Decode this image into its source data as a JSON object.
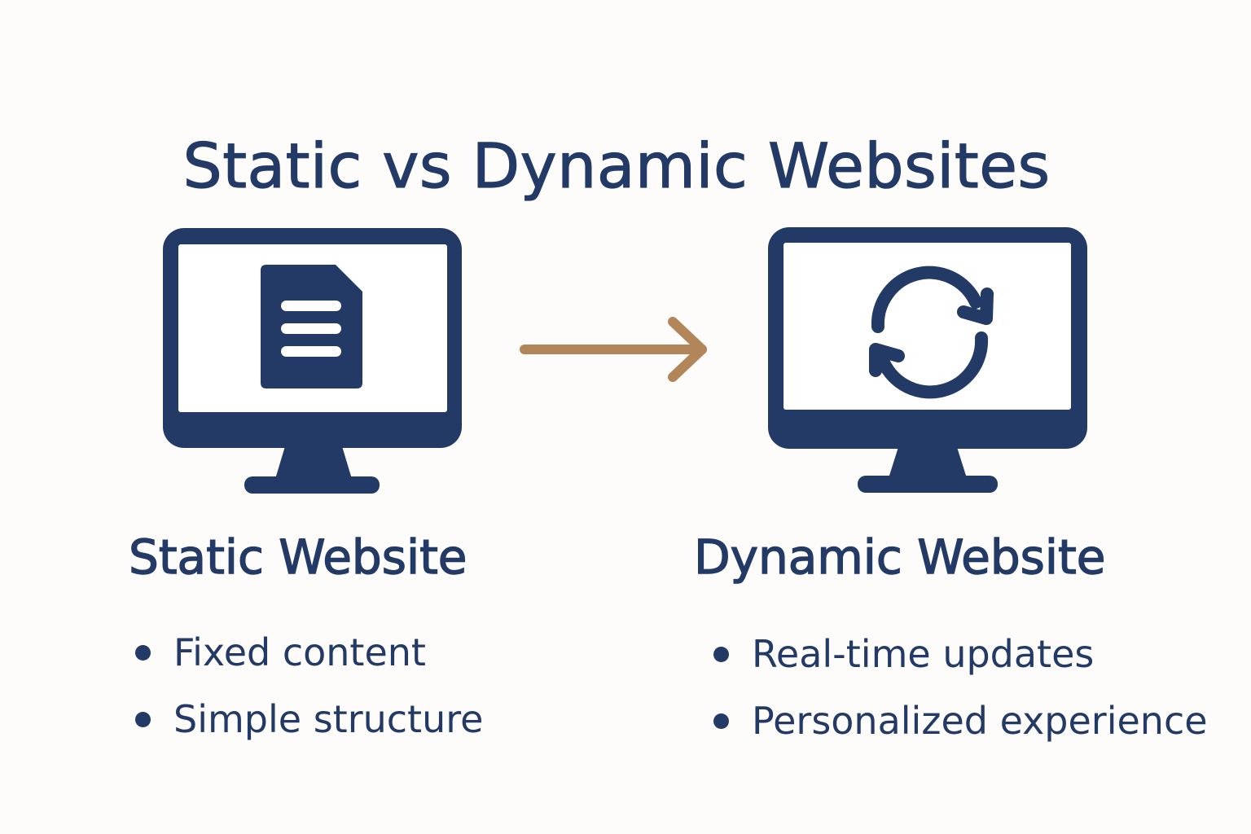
{
  "title": "Static vs Dynamic Websites",
  "colors": {
    "primary": "#233a66",
    "accent": "#b3865a",
    "background": "#fdfcfb",
    "screen": "#ffffff"
  },
  "arrow": {
    "icon": "arrow-right-icon",
    "direction": "left-to-right"
  },
  "panels": [
    {
      "heading": "Static Website",
      "monitor_icon": "monitor-icon",
      "screen_icon": "document-icon",
      "bullets": [
        "Fixed content",
        "Simple structure"
      ]
    },
    {
      "heading": "Dynamic Website",
      "monitor_icon": "monitor-icon",
      "screen_icon": "refresh-icon",
      "bullets": [
        "Real-time updates",
        "Personalized experience"
      ]
    }
  ]
}
